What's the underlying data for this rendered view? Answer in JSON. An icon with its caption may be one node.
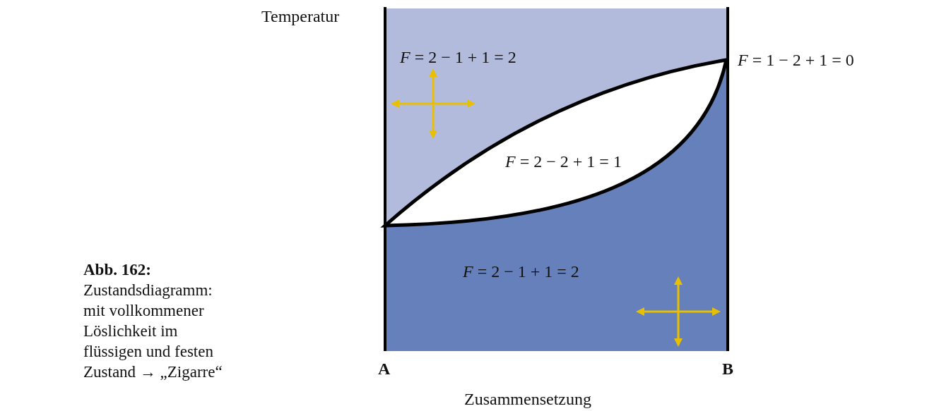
{
  "diagram": {
    "caption": "**Abb. 162:** Zustandsdiagramm: mit vollkommener Löslichkeit im flüssigen und festen Zustand → „Zigarre“",
    "labels": [
      "Temperatur",
      "*F* = 2 − 1 + 1 = 2",
      "*F* = 1 − 2 + 1 = 0",
      "*F* = 2 − 2 + 1 = 1",
      "*F* = 2 − 1 + 1 = 2",
      "A",
      "B",
      "Zusammensetzung"
    ]
  }
}
